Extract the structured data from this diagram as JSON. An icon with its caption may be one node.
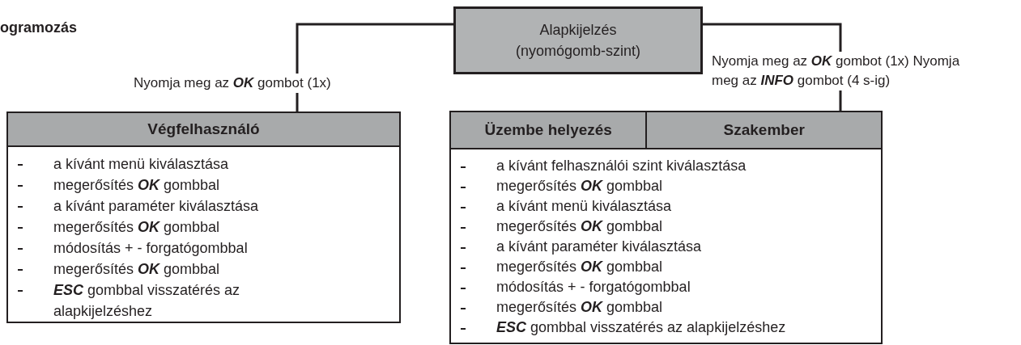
{
  "diagram": {
    "title": "ogramozás",
    "nodes": [
      {
        "text": [
          "Alapkijelzés (nyomógomb-szint)"
        ]
      },
      {
        "text": [
          "Végfelhasználó",
          "a kívánt menü kiválasztása",
          "megerősítés **OK** gombbal",
          "a kívánt paraméter kiválasztása",
          "megerősítés **OK** gombbal",
          "módosítás + - forgatógombbal",
          "megerősítés **OK** gombbal",
          "**ESC** gombbal visszatérés az alapkijelzéshez"
        ]
      },
      {
        "text": [
          "Üzembe helyezés",
          "Szakember",
          "a kívánt felhasználói szint kiválasztása",
          "megerősítés **OK** gombbal",
          "a kívánt menü kiválasztása",
          "megerősítés **OK** gombbal",
          "a kívánt paraméter kiválasztása",
          "megerősítés **OK** gombbal",
          "módosítás + - forgatógombbal",
          "megerősítés **OK** gombbal",
          "**ESC** gombbal visszatérés az alapkijelzéshez"
        ]
      }
    ],
    "edges": [
      {
        "from": 0,
        "to": 1,
        "arrow": "none",
        "label": "Nyomja meg az **OK** gombot (1x)"
      },
      {
        "from": 0,
        "to": 2,
        "arrow": "none",
        "label": "Nyomja meg az **OK** gombot (1x) Nyomja meg az **INFO** gombot (4 s-ig)"
      }
    ]
  }
}
